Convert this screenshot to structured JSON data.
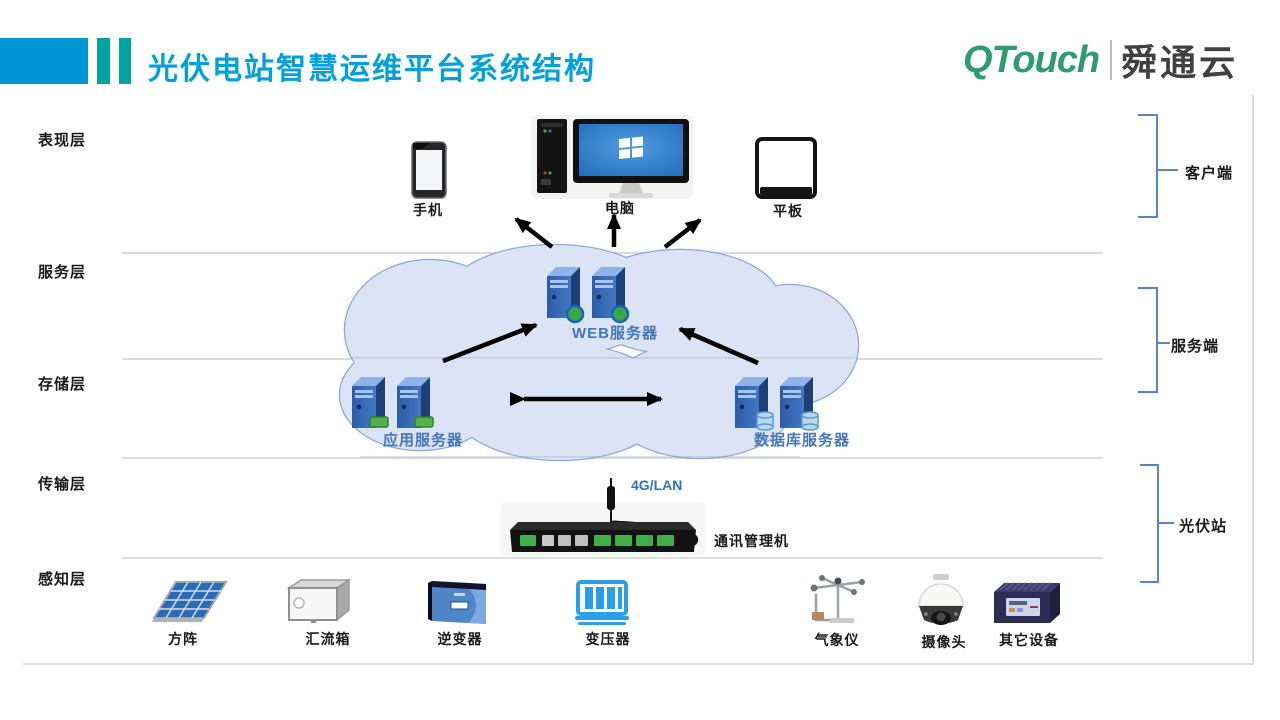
{
  "header": {
    "title": "光伏电站智慧运维平台系统结构",
    "logo_text": "QTouch",
    "logo_suffix": "舜通云",
    "accent_blue": "#0096d6",
    "accent_teal": "#00a2a2",
    "title_color": "#00a0dc",
    "logo_green": "#2e9b72"
  },
  "layers": [
    {
      "label": "表现层"
    },
    {
      "label": "服务层"
    },
    {
      "label": "存储层"
    },
    {
      "label": "传输层"
    },
    {
      "label": "感知层"
    }
  ],
  "brackets": [
    {
      "label": "客户端"
    },
    {
      "label": "服务端"
    },
    {
      "label": "光伏站"
    }
  ],
  "clients": [
    {
      "label": "手机"
    },
    {
      "label": "电脑"
    },
    {
      "label": "平板"
    }
  ],
  "cloud": {
    "web_server_label": "WEB服务器",
    "app_server_label": "应用服务器",
    "db_server_label": "数据库服务器",
    "fill": "#dbe4f4",
    "stroke": "#8aa8dc"
  },
  "transport": {
    "link_label": "4G/LAN",
    "device_label": "通讯管理机"
  },
  "devices": [
    {
      "label": "方阵"
    },
    {
      "label": "汇流箱"
    },
    {
      "label": "逆变器"
    },
    {
      "label": "变压器"
    },
    {
      "label": "气象仪"
    },
    {
      "label": "摄像头"
    },
    {
      "label": "其它设备"
    }
  ]
}
